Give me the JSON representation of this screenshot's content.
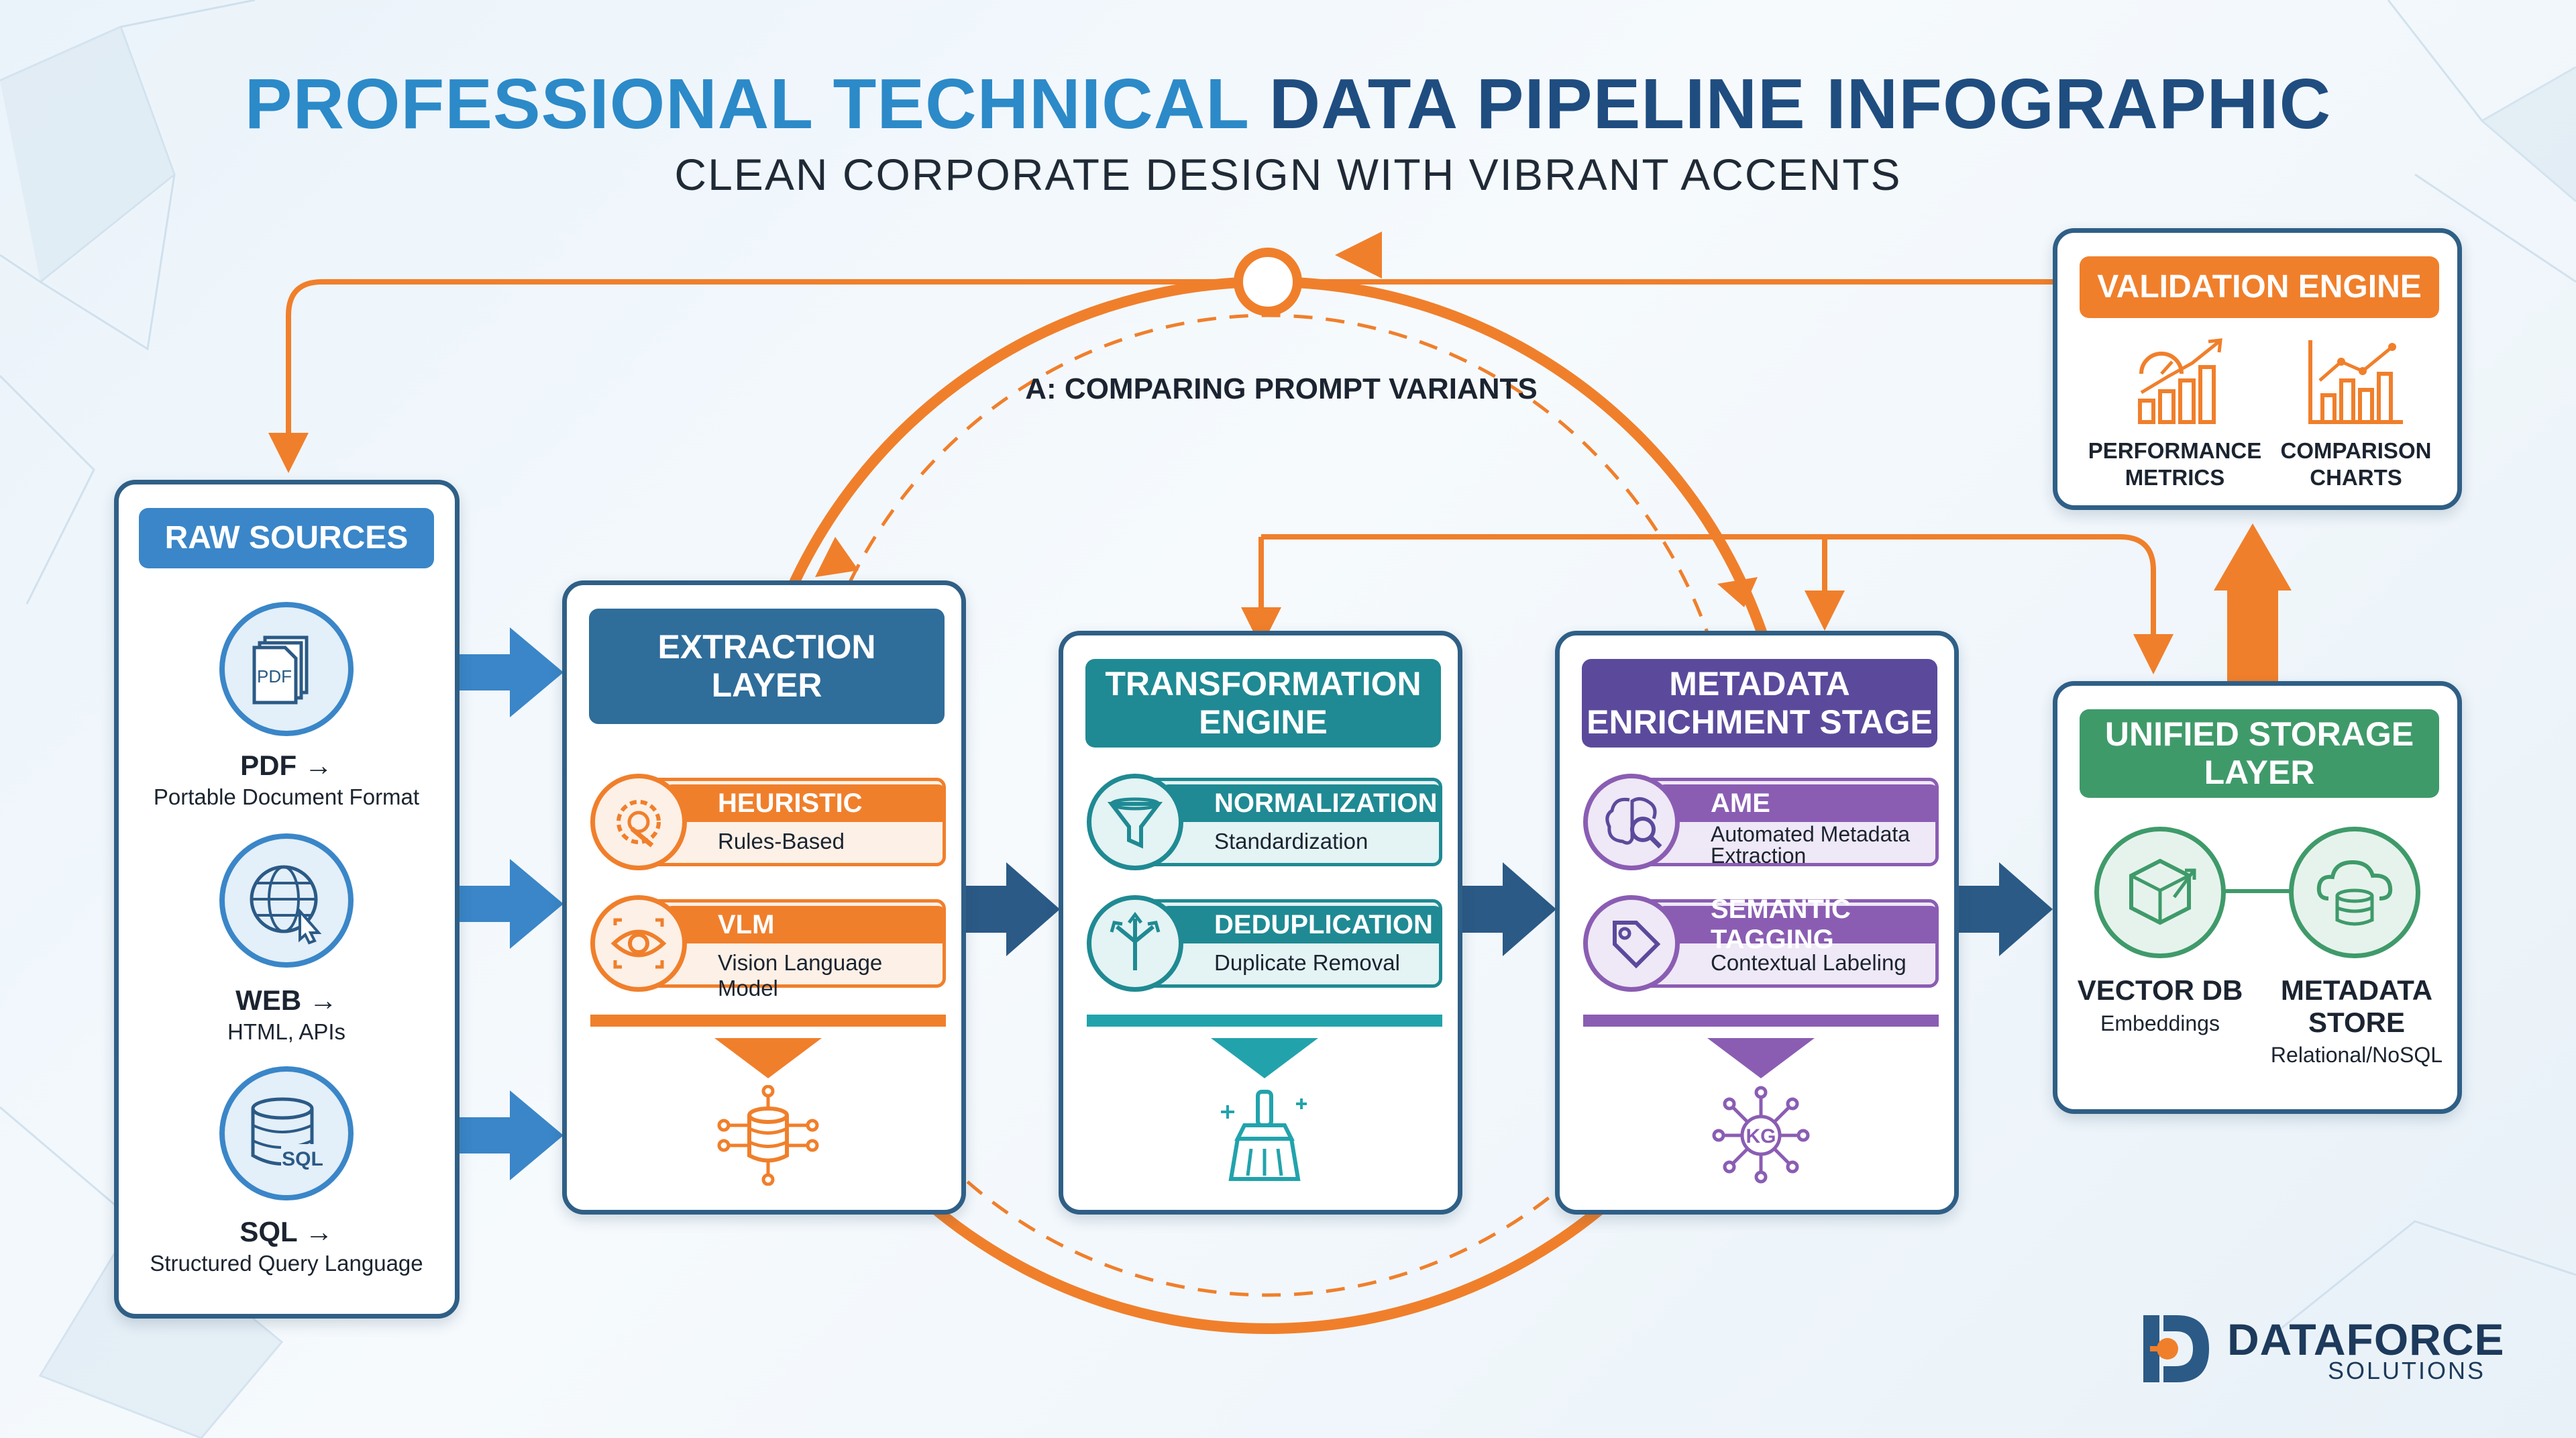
{
  "title": {
    "part1": "PROFESSIONAL TECHNICAL",
    "part2": "DATA PIPELINE INFOGRAPHIC"
  },
  "subtitle": "CLEAN CORPORATE DESIGN WITH VIBRANT ACCENTS",
  "loop_label": "A: COMPARING PROMPT VARIANTS",
  "raw_sources": {
    "header": "RAW SOURCES",
    "items": [
      {
        "name": "PDF →",
        "desc": "Portable Document Format",
        "icon": "pdf-document-icon",
        "icon_text": "PDF"
      },
      {
        "name": "WEB →",
        "desc": "HTML, APIs",
        "icon": "globe-cursor-icon"
      },
      {
        "name": "SQL →",
        "desc": "Structured Query Language",
        "icon": "database-icon",
        "icon_text": "SQL"
      }
    ]
  },
  "extraction": {
    "header_line1": "EXTRACTION",
    "header_line2": "LAYER",
    "color": "#2f6d9a",
    "accent": "#f07f2b",
    "items": [
      {
        "title": "HEURISTIC",
        "desc": "Rules-Based",
        "icon": "gear-wrench-icon"
      },
      {
        "title": "VLM",
        "desc": "Vision Language Model",
        "icon": "eye-scan-icon"
      }
    ],
    "bottom_icon": "database-network-icon"
  },
  "transformation": {
    "header_line1": "TRANSFORMATION",
    "header_line2": "ENGINE",
    "color": "#1f8a93",
    "accent": "#22a3ac",
    "items": [
      {
        "title": "NORMALIZATION",
        "desc": "Standardization",
        "icon": "funnel-icon"
      },
      {
        "title": "DEDUPLICATION",
        "desc": "Duplicate Removal",
        "icon": "split-arrows-icon"
      }
    ],
    "bottom_icon": "cleaning-brush-icon"
  },
  "metadata": {
    "header_line1": "METADATA",
    "header_line2": "ENRICHMENT STAGE",
    "color": "#5b4a9c",
    "accent": "#8a5db3",
    "items": [
      {
        "title": "AME",
        "desc_line1": "Automated Metadata",
        "desc_line2": "Extraction",
        "icon": "brain-search-icon"
      },
      {
        "title": "SEMANTIC TAGGING",
        "desc": "Contextual Labeling",
        "icon": "tag-icon"
      }
    ],
    "bottom_icon": "knowledge-graph-icon",
    "bottom_icon_text": "KG"
  },
  "storage": {
    "header_line1": "UNIFIED STORAGE",
    "header_line2": "LAYER",
    "color": "#3f9a6a",
    "items": [
      {
        "name": "VECTOR DB",
        "desc": "Embeddings",
        "icon": "cube-vector-icon"
      },
      {
        "name_line1": "METADATA",
        "name_line2": "STORE",
        "desc": "Relational/NoSQL",
        "icon": "cloud-database-icon"
      }
    ]
  },
  "validation": {
    "header": "VALIDATION ENGINE",
    "color": "#f07f2b",
    "items": [
      {
        "line1": "PERFORMANCE",
        "line2": "METRICS",
        "icon": "gauge-chart-icon"
      },
      {
        "line1": "COMPARISON",
        "line2": "CHARTS",
        "icon": "bar-line-chart-icon"
      }
    ]
  },
  "logo": {
    "name": "DATAFORCE",
    "sub": "SOLUTIONS"
  },
  "colors": {
    "blue_arrow": "#3a86c8",
    "navy_arrow": "#2b5a86",
    "orange": "#f07f2b"
  }
}
